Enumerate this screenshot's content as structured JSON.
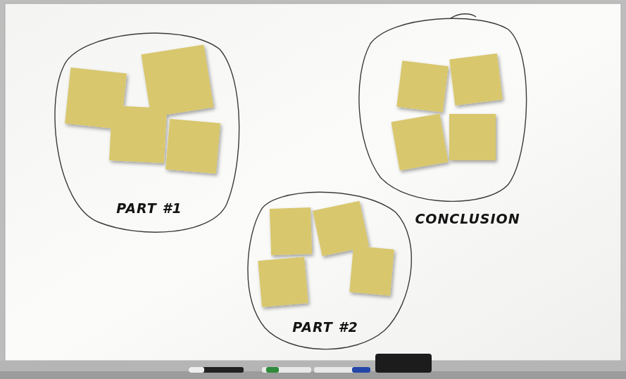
{
  "diagram": {
    "nodes": [
      {
        "text": [
          "PART #1"
        ]
      },
      {
        "text": [
          "PART #2"
        ]
      },
      {
        "text": [
          "CONCLUSION"
        ]
      }
    ]
  }
}
